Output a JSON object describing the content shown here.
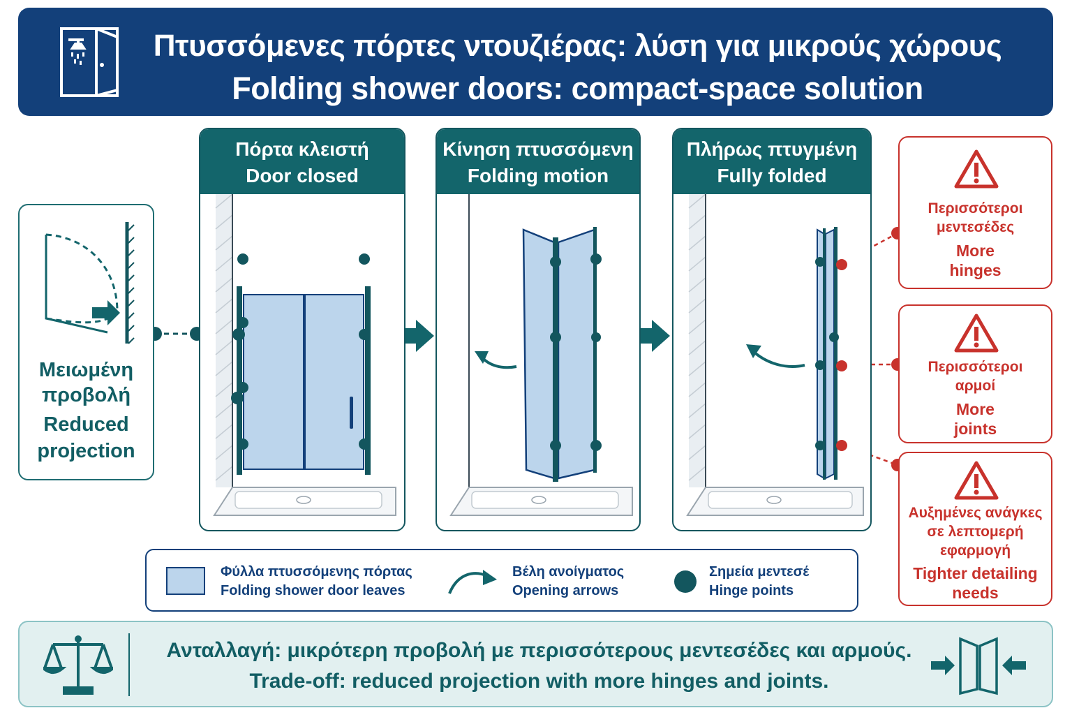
{
  "header": {
    "title_el": "Πτυσσόμενες πόρτες ντουζιέρας: λύση για μικρούς χώρους",
    "title_en": "Folding shower doors: compact-space solution"
  },
  "panels": [
    {
      "title_el": "Πόρτα κλειστή",
      "title_en": "Door closed"
    },
    {
      "title_el": "Κίνηση πτυσσόμενη",
      "title_en": "Folding motion"
    },
    {
      "title_el": "Πλήρως πτυγμένη",
      "title_en": "Fully folded"
    }
  ],
  "left_card": {
    "label_el_1": "Μειωμένη",
    "label_el_2": "προβολή",
    "label_en_1": "Reduced",
    "label_en_2": "projection"
  },
  "warnings": [
    {
      "el": [
        "Περισσότεροι",
        "μεντεσέδες"
      ],
      "en": [
        "More",
        "hinges"
      ]
    },
    {
      "el": [
        "Περισσότεροι",
        "αρμοί"
      ],
      "en": [
        "More",
        "joints"
      ]
    },
    {
      "el": [
        "Αυξημένες ανάγκες",
        "σε λεπτομερή",
        "εφαρμογή"
      ],
      "en": [
        "Tighter detailing",
        "needs"
      ]
    }
  ],
  "legend": {
    "leaves_el": "Φύλλα πτυσσόμενης πόρτας",
    "leaves_en": "Folding shower door leaves",
    "arrows_el": "Βέλη ανοίγματος",
    "arrows_en": "Opening arrows",
    "hinges_el": "Σημεία μεντεσέ",
    "hinges_en": "Hinge points"
  },
  "footer": {
    "line_el": "Ανταλλαγή: μικρότερη προβολή με περισσότερους μεντεσέδες και αρμούς.",
    "line_en": "Trade-off: reduced projection with more hinges and joints."
  },
  "colors": {
    "navy": "#13407a",
    "teal": "#13656b",
    "glass": "#bcd5ec",
    "warning_red": "#c8322c",
    "footer_bg": "#e2f0f0"
  },
  "icons": [
    "shower-door-icon",
    "door-swing-icon",
    "warning-icon",
    "balance-scale-icon",
    "compact-door-icon",
    "opening-arrow-icon",
    "hinge-dot-icon"
  ]
}
